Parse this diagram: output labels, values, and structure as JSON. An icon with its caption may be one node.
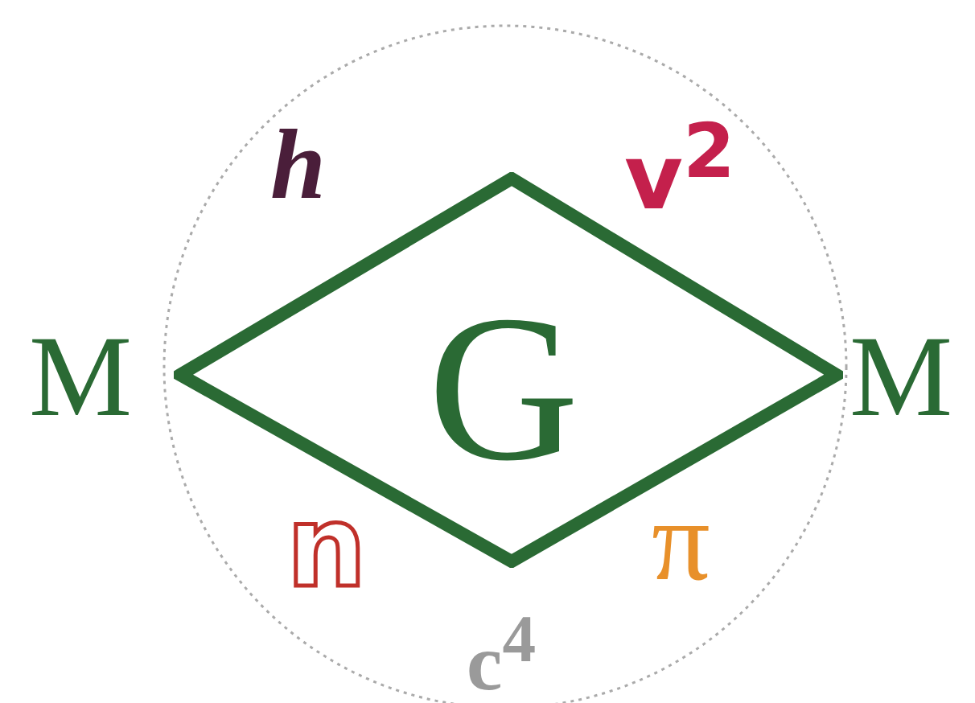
{
  "diagram": {
    "nodes": [
      {
        "text": [
          "G"
        ]
      }
    ],
    "edges": [],
    "labels": [
      "h",
      "v$^{2}$",
      "M",
      "M",
      "n",
      "π",
      "c$^{4}$"
    ]
  }
}
